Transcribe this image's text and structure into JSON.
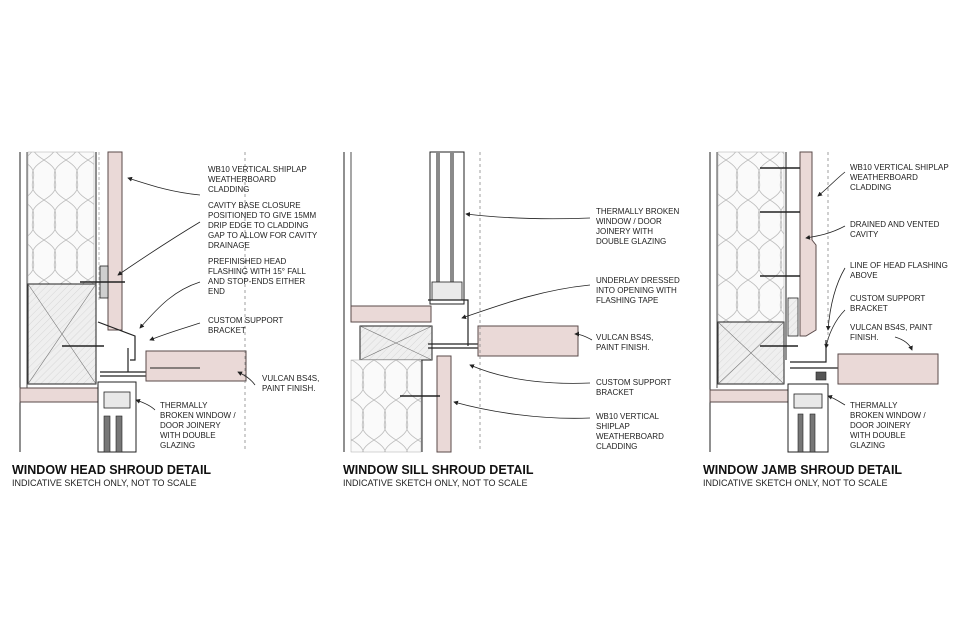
{
  "palette": {
    "board": "#ead9d7",
    "board_stroke": "#5a4a4a",
    "line": "#222222",
    "insulation": "#f4f4f4",
    "timber": "#e6e6e6"
  },
  "details": [
    {
      "title": "WINDOW HEAD SHROUD DETAIL",
      "subtitle": "INDICATIVE SKETCH ONLY, NOT TO SCALE",
      "labels": [
        "WB10 VERTICAL SHIPLAP\nWEATHERBOARD\nCLADDING",
        "CAVITY BASE CLOSURE\nPOSITIONED TO GIVE 15mm\nDRIP EDGE TO CLADDING\nGAP TO ALLOW FOR CAVITY\nDRAINAGE",
        "PREFINISHED HEAD\nFLASHING WITH 15° FALL\nAND STOP-ENDS EITHER\nEND",
        "CUSTOM SUPPORT\nBRACKET",
        "VULCAN BS4S,\nPAINT FINISH.",
        "THERMALLY\nBROKEN WINDOW /\nDOOR JOINERY\nWITH DOUBLE\nGLAZING"
      ]
    },
    {
      "title": "WINDOW SILL SHROUD DETAIL",
      "subtitle": "INDICATIVE SKETCH ONLY, NOT TO SCALE",
      "labels": [
        "THERMALLY BROKEN\nWINDOW / DOOR\nJOINERY WITH\nDOUBLE GLAZING",
        "UNDERLAY DRESSED\nINTO OPENING WITH\nFLASHING TAPE",
        "VULCAN BS4S,\nPAINT FINISH.",
        "CUSTOM SUPPORT\nBRACKET",
        "WB10 VERTICAL\nSHIPLAP\nWEATHERBOARD\nCLADDING"
      ]
    },
    {
      "title": "WINDOW JAMB SHROUD DETAIL",
      "subtitle": "INDICATIVE SKETCH ONLY, NOT TO SCALE",
      "labels": [
        "WB10 VERTICAL SHIPLAP\nWEATHERBOARD\nCLADDING",
        "DRAINED AND VENTED\nCAVITY",
        "LINE OF HEAD FLASHING\nABOVE",
        "CUSTOM SUPPORT\nBRACKET",
        "VULCAN BS4S, PAINT\nFINISH.",
        "THERMALLY\nBROKEN WINDOW /\nDOOR JOINERY\nWITH DOUBLE\nGLAZING"
      ]
    }
  ]
}
